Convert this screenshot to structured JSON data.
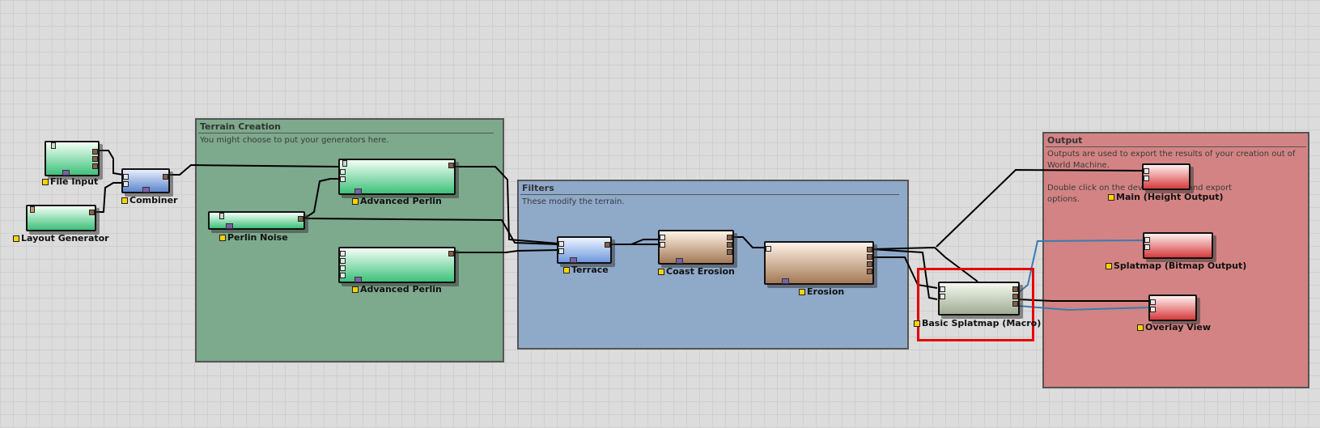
{
  "groups": {
    "terrain": {
      "title": "Terrain Creation",
      "desc": "You might choose to put your generators here."
    },
    "filters": {
      "title": "Filters",
      "desc": "These modify the terrain."
    },
    "output": {
      "title": "Output",
      "desc": "Outputs are used to export the results of your creation out of\nWorld Machine.\n\nDouble click on the dev              eir format and export\noptions."
    }
  },
  "nodes": {
    "file_input": "File Input",
    "layout_generator": "Layout Generator",
    "combiner": "Combiner",
    "advanced_perlin_1": "Advanced Perlin",
    "perlin_noise": "Perlin Noise",
    "advanced_perlin_2": "Advanced Perlin",
    "terrace": "Terrace",
    "coast_erosion": "Coast Erosion",
    "erosion": "Erosion",
    "basic_splatmap": "Basic Splatmap (Macro)",
    "main_height_output": "Main (Height Output)",
    "splatmap_output": "Splatmap (Bitmap Output)",
    "overlay_view": "Overlay View"
  },
  "colors": {
    "terrain_group": "#7da98c",
    "filters_group": "#8fa9c9",
    "output_group": "#d38383",
    "highlight": "#e60000",
    "splat_wire": "#3b7bb0"
  }
}
